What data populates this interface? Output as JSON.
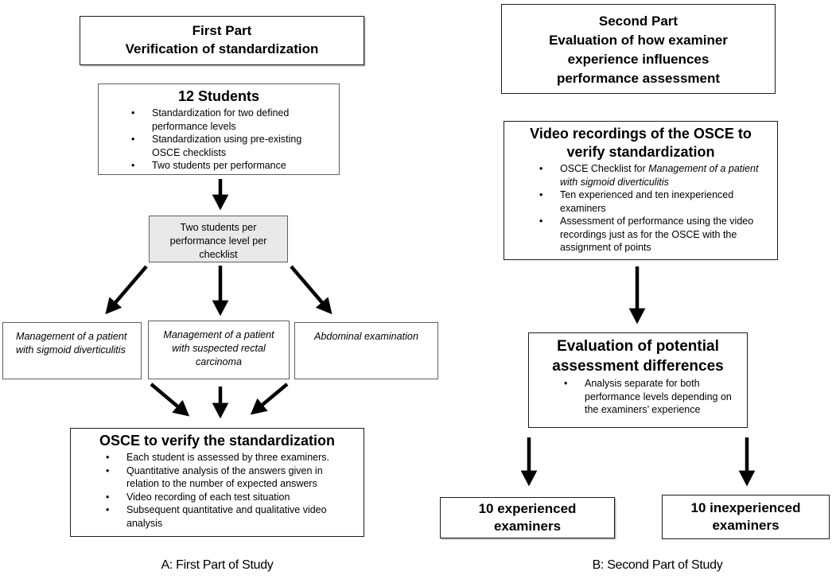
{
  "colors": {
    "background": "#ffffff",
    "box_border": "#1c1c1c",
    "assignment_box_fill": "#e9e9e9",
    "arrow": "#000000",
    "text": "#000000"
  },
  "part_a": {
    "header_lines": [
      "First Part",
      "Verification of standardization"
    ],
    "students_box": {
      "title": "12 Students",
      "bullets": [
        "Standardization for two defined performance levels",
        "Standardization using pre-existing OSCE checklists",
        "Two students per performance"
      ]
    },
    "assignment_box_text": "Two students per performance level per checklist",
    "scenario_boxes": [
      "Management of a patient with sigmoid diverticulitis",
      "Management of a patient with suspected rectal carcinoma",
      "Abdominal examination"
    ],
    "osce_box": {
      "title": "OSCE to verify the standardization",
      "bullets": [
        "Each student is assessed by three examiners.",
        "Quantitative analysis of the answers given in relation to the number of expected answers",
        "Video recording of each test situation",
        "Subsequent quantitative and qualitative video analysis"
      ]
    },
    "caption": "A: First Part of Study"
  },
  "part_b": {
    "header_lines": [
      "Second Part",
      "Evaluation of how examiner",
      "experience influences",
      "performance assessment"
    ],
    "video_box": {
      "title": "Video recordings of the OSCE to verify standardization",
      "bullet1_prefix": "OSCE Checklist for ",
      "bullet1_italic": "Management of a patient with sigmoid diverticulitis",
      "bullet2": "Ten experienced and ten inexperienced examiners",
      "bullet3": "Assessment of performance using the video recordings just as for the OSCE with the assignment of points"
    },
    "evaluation_box": {
      "title": "Evaluation of potential assessment differences",
      "bullet1": "Analysis separate for both performance levels depending on the examiners’ experience"
    },
    "experienced_box_label": "10 experienced examiners",
    "inexperienced_box_label": "10 inexperienced examiners",
    "caption": "B: Second Part of Study"
  }
}
